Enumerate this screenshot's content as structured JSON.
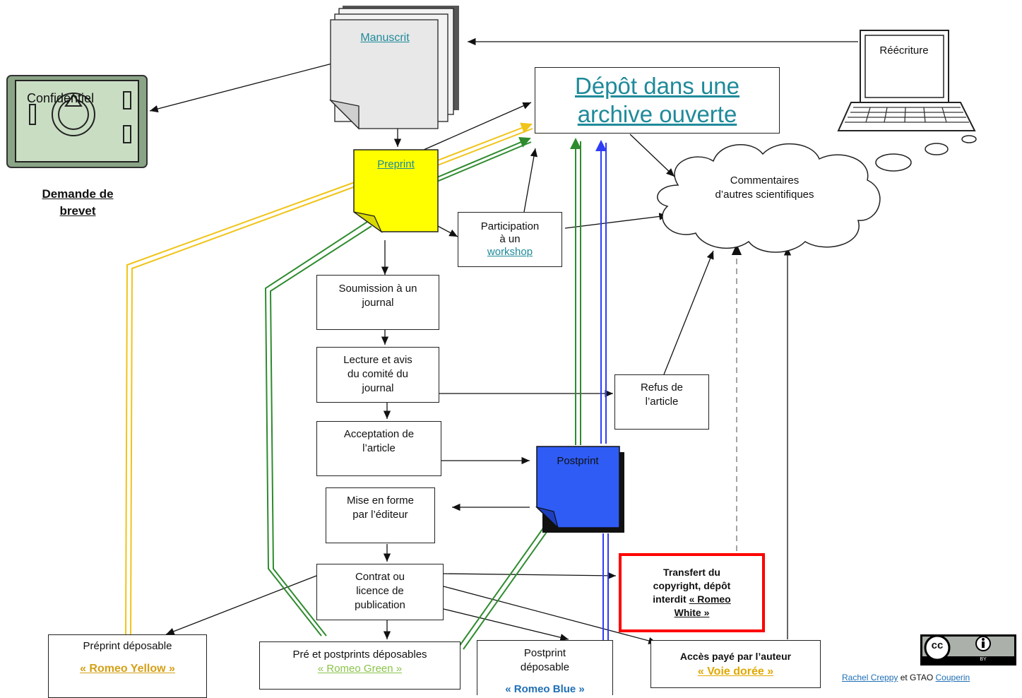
{
  "title": {
    "line1": "Dépôt dans une",
    "line2": "archive ouverte"
  },
  "manuscrit": "Manuscrit",
  "reecriture": "Réécriture",
  "safe": {
    "label": "Confidentiel",
    "caption_line1": "Demande de",
    "caption_line2": "brevet"
  },
  "preprint": "Preprint",
  "postprint": "Postprint",
  "cloud": {
    "line1": "Commentaires",
    "line2": "d’autres scientifiques"
  },
  "workshop": {
    "line1": "Participation",
    "line2": "à un",
    "link": "workshop"
  },
  "steps": {
    "soumission": {
      "line1": "Soumission à un",
      "line2": "journal"
    },
    "lecture": {
      "line1": "Lecture et avis",
      "line2": "du comité du",
      "line3": "journal"
    },
    "acceptation": {
      "line1": "Acceptation de",
      "line2": "l’article"
    },
    "mise": {
      "line1": "Mise en forme",
      "line2": "par l’éditeur"
    },
    "contrat": {
      "line1": "Contrat ou",
      "line2": "licence de",
      "line3": "publication"
    }
  },
  "refus": {
    "line1": "Refus de",
    "line2": "l’article"
  },
  "transfert": {
    "line1": "Transfert du",
    "line2": "copyright, dépôt",
    "line3a": "interdit",
    "line3b": "« Romeo",
    "line4": "White »"
  },
  "outcomes": {
    "yellow": {
      "text": "Préprint déposable",
      "label": "« Romeo Yellow »"
    },
    "green": {
      "text": "Pré et postprints déposables",
      "label": "« Romeo Green »"
    },
    "blue": {
      "line1": "Postprint",
      "line2": "déposable",
      "label": "« Romeo Blue »"
    },
    "gold": {
      "text": "Accès payé par l’auteur",
      "label": "« Voie dorée »"
    }
  },
  "credit": {
    "name": "Rachel Creppy",
    "and": "et GTAO",
    "org": "Couperin"
  },
  "license": {
    "cc": "cc",
    "by": "BY"
  },
  "colors": {
    "yellow": "#ffff00",
    "blue": "#2f5cf5",
    "green": "#2e8b2e",
    "gold": "#d4a017",
    "red": "#ff0000",
    "teal": "#1f8a9a"
  }
}
